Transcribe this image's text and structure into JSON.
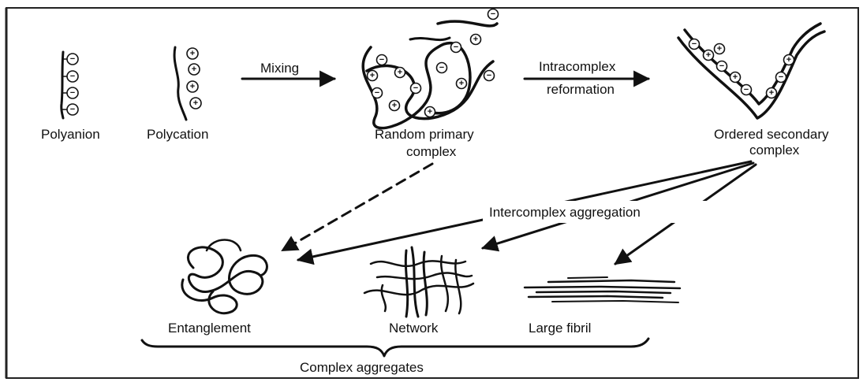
{
  "labels": {
    "polyanion": "Polyanion",
    "polycation": "Polycation",
    "mixing": "Mixing",
    "intracomplex_line1": "Intracomplex",
    "intracomplex_line2": "reformation",
    "random_line1": "Random primary",
    "random_line2": "complex",
    "ordered_line1": "Ordered secondary",
    "ordered_line2": "complex",
    "intercomplex": "Intercomplex aggregation",
    "entanglement": "Entanglement",
    "network": "Network",
    "large_fibril": "Large fibril",
    "complex_aggregates": "Complex aggregates"
  },
  "symbols": {
    "negative": "−",
    "positive": "+"
  },
  "colors": {
    "ink": "#111111",
    "background": "#ffffff",
    "frame": "#222222"
  }
}
